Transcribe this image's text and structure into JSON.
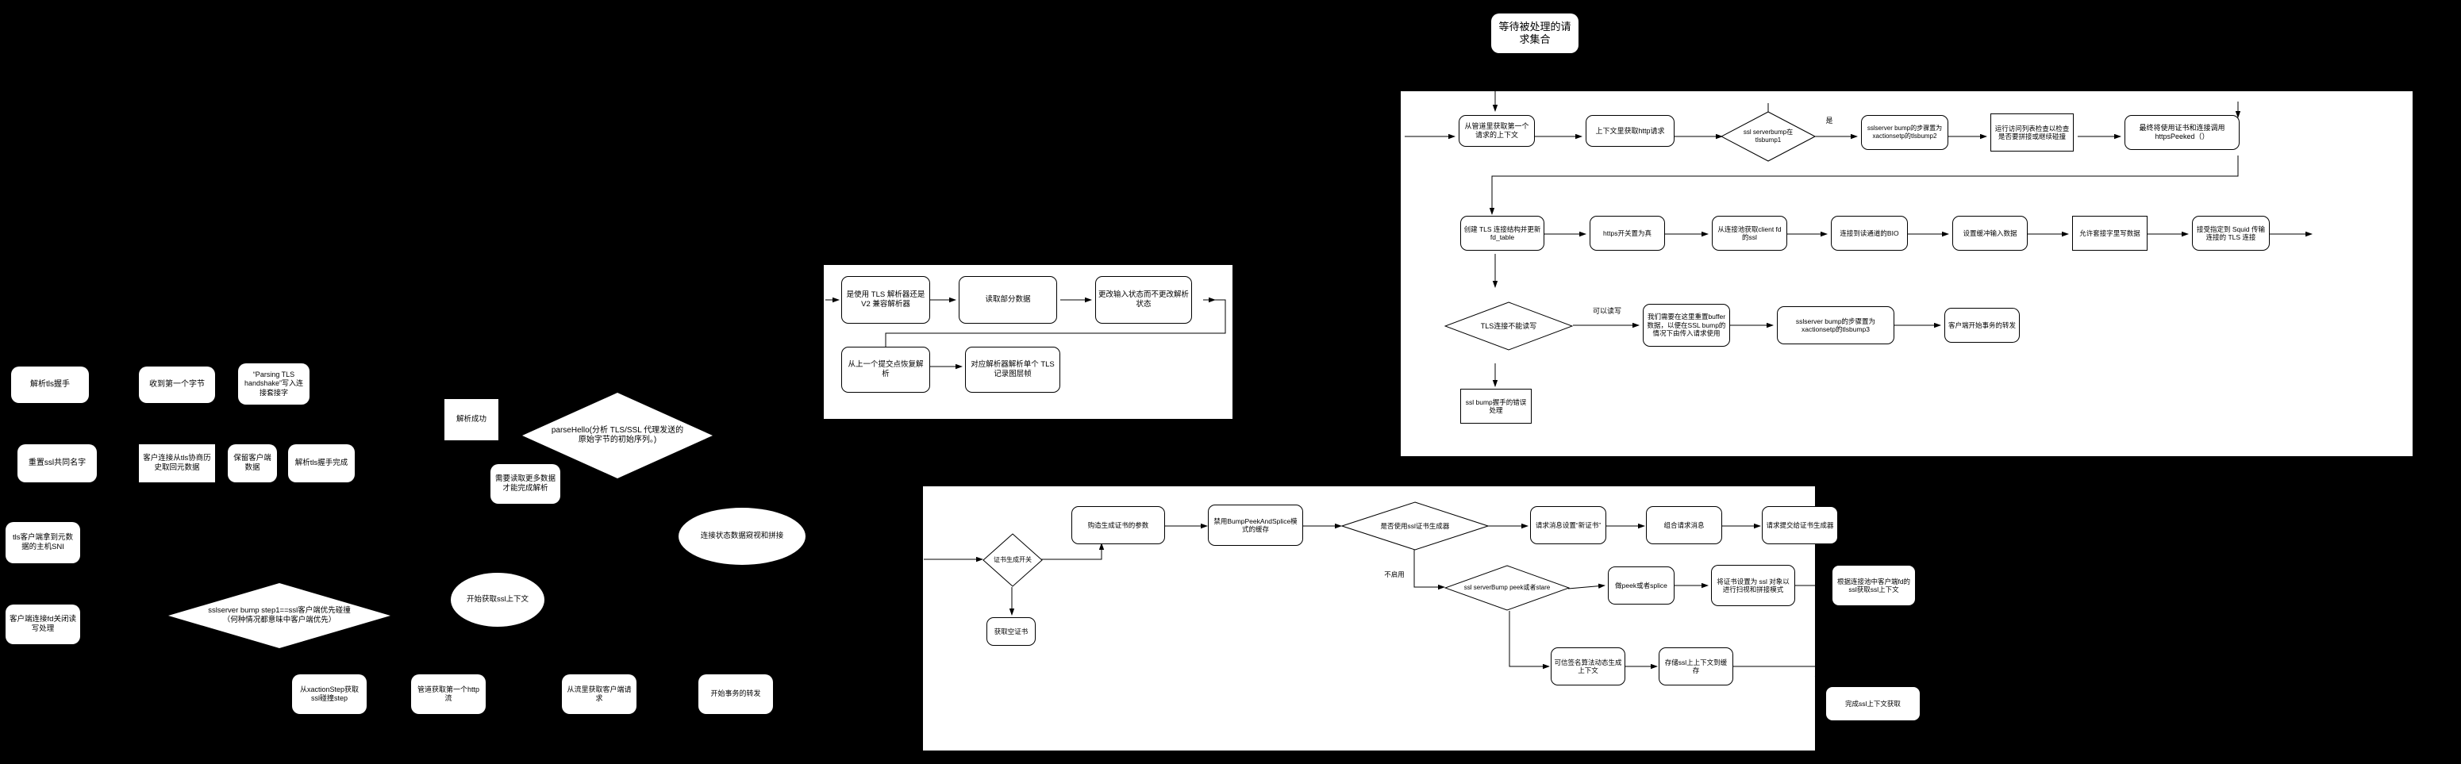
{
  "diagram": {
    "title": "squid ssl bump flow",
    "background": "#000000",
    "panel_bg": "#ffffff",
    "stroke": "#000000"
  },
  "top_node": {
    "label": "等待被处理的请求集合"
  },
  "panel_top_right": {
    "row1": [
      {
        "label": "从管道里获取第一个请求的上下文",
        "shape": "rounded"
      },
      {
        "label": "上下文里获取http请求",
        "shape": "rounded"
      },
      {
        "label": "ssl serverbump在tlsbump1",
        "shape": "diamond"
      },
      {
        "label": "sslserver bump的步骤置为xactionsetp的tlsbump2",
        "shape": "rounded"
      },
      {
        "label": "运行访问列表检查以检查是否要拼接或继续碰撞",
        "shape": "rect"
      },
      {
        "label": "最终将使用证书和连接调用httpsPeeked（）",
        "shape": "rounded"
      }
    ],
    "row1_edge_label": "是",
    "row2": [
      {
        "label": "创建 TLS 连接结构并更新fd_table",
        "shape": "rounded"
      },
      {
        "label": "https开关置为真",
        "shape": "rounded"
      },
      {
        "label": "从连接池获取client fd的ssl",
        "shape": "rounded"
      },
      {
        "label": "连接到读通道的BIO",
        "shape": "rounded"
      },
      {
        "label": "设置缓冲输入数据",
        "shape": "rounded"
      },
      {
        "label": "允许套接字里写数据",
        "shape": "rect"
      },
      {
        "label": "接受指定到 Squid 传输连接的 TLS 连接",
        "shape": "rounded"
      }
    ],
    "row3": [
      {
        "label": "TLS连接不能读写",
        "shape": "diamond"
      },
      {
        "label": "我们需要在这里重置buffer数据，以便在SSL bump的情况下由传入请求使用",
        "shape": "rounded"
      },
      {
        "label": "sslserver bump的步骤置为xactionsetp的tlsbump3",
        "shape": "rounded"
      },
      {
        "label": "客户端开始事务的转发",
        "shape": "rounded"
      }
    ],
    "row3_edge_label": "可以读写",
    "row3_error": {
      "label": "ssl bump握手的错误处理",
      "shape": "rect"
    }
  },
  "panel_mid_left": {
    "row1": [
      {
        "label": "是使用 TLS 解析器还是 V2 兼容解析器",
        "shape": "rounded"
      },
      {
        "label": "读取部分数据",
        "shape": "rounded"
      },
      {
        "label": "更改输入状态而不更改解析状态",
        "shape": "rounded"
      }
    ],
    "row2": [
      {
        "label": "从上一个提交点恢复解析",
        "shape": "rounded"
      },
      {
        "label": "对应解析器解析单个 TLS 记录图层帧",
        "shape": "rounded"
      }
    ]
  },
  "panel_bottom": {
    "row1": [
      {
        "label": "证书生成开关",
        "shape": "diamond"
      },
      {
        "label": "购造生成证书的参数",
        "shape": "rounded"
      },
      {
        "label": "禁用BumpPeekAndSplice模式的缓存",
        "shape": "rounded"
      },
      {
        "label": "是否使用ssl证书生成器",
        "shape": "diamond"
      },
      {
        "label": "请求消息设置“新证书”",
        "shape": "rounded"
      },
      {
        "label": "组合请求消息",
        "shape": "rounded"
      },
      {
        "label": "请求提交给证书生成器",
        "shape": "rounded"
      }
    ],
    "row2": [
      {
        "label": "ssl serverBump peek或者stare",
        "shape": "diamond"
      },
      {
        "label": "做peek或者splice",
        "shape": "rounded"
      },
      {
        "label": "将证书设置为 ssl 对象以进行扫视和拼接模式",
        "shape": "rounded"
      },
      {
        "label": "根据连接池中客户端fd的ssl获取ssl上下文",
        "shape": "rounded"
      }
    ],
    "row2_edge_label": "不启用",
    "row3": [
      {
        "label": "可信签名算法动态生成上下文",
        "shape": "rounded"
      },
      {
        "label": "存储ssl上上下文到缓存",
        "shape": "rounded"
      },
      {
        "label": "完成ssl上下文获取",
        "shape": "rounded"
      }
    ],
    "empty_cert": {
      "label": "获取空证书",
      "shape": "rounded"
    }
  },
  "scattered_nodes": [
    {
      "label": "解析tls握手"
    },
    {
      "label": "收到第一个字节"
    },
    {
      "label": "“Parsing TLS handshake”写入连接套接字"
    },
    {
      "label": "重置ssl共同名字"
    },
    {
      "label": "客户连接从tls协商历史取回元数据"
    },
    {
      "label": "保留客户端数据"
    },
    {
      "label": "解析tls握手完成"
    },
    {
      "label": "需要读取更多数据才能完成解析"
    },
    {
      "label": "tls客户端拿到元数据的主机SNI"
    },
    {
      "label": "客户端连接fd关闭读写处理"
    },
    {
      "label": "从xactionStep获取ssl碰撞step"
    },
    {
      "label": "管道获取第一个http流"
    },
    {
      "label": "从流里获取客户端请求"
    },
    {
      "label": "开始事务的转发"
    }
  ],
  "scattered_labels": [
    {
      "label": "解析成功"
    }
  ],
  "scattered_diamonds": [
    {
      "label": "parseHello(分析 TLS/SSL 代理发送的原始字节的初始序列。)"
    },
    {
      "label": "sslserver bump step1==ssl客户端优先碰撞\n（何种情况都意味中客户端优先）"
    }
  ],
  "scattered_ellipses": [
    {
      "label": "连接状态数据窥视和拼接"
    },
    {
      "label": "开始获取ssl上下文"
    }
  ]
}
